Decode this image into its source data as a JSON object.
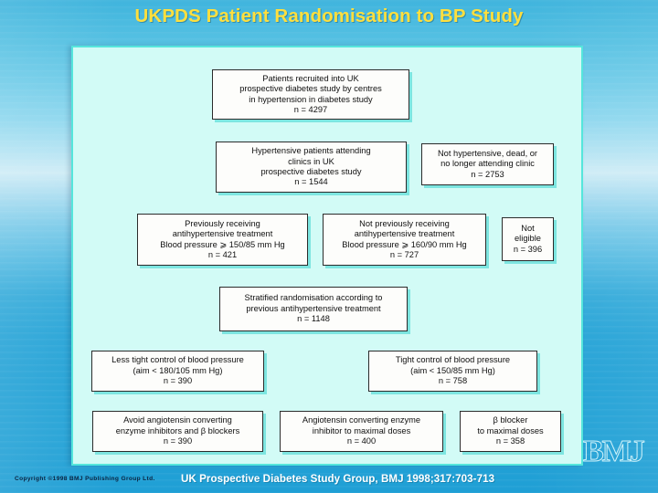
{
  "slide": {
    "title": "UKPDS Patient Randomisation to BP Study",
    "title_color": "#ffdf3d",
    "background_color": "#23a2d6",
    "panel_color": "#d2fbf6",
    "panel_border_color": "#55e6dc",
    "connector_color": "#4fe3da",
    "logo_text": "BMJ"
  },
  "footer": {
    "copyright": "Copyright ©1998 BMJ Publishing Group Ltd.",
    "citation": "UK Prospective Diabetes Study Group,  BMJ 1998;317:703-713"
  },
  "flowchart": {
    "boxes": [
      {
        "id": "recruited",
        "lines": [
          "Patients recruited into UK",
          "prospective diabetes study by centres",
          "in hypertension in diabetes study"
        ],
        "n": "n = 4297"
      },
      {
        "id": "hypertensive",
        "lines": [
          "Hypertensive patients attending",
          "clinics in UK",
          "prospective diabetes study"
        ],
        "n": "n = 1544"
      },
      {
        "id": "not-hypertensive",
        "lines": [
          "Not hypertensive, dead, or",
          "no longer attending clinic"
        ],
        "n": "n = 2753"
      },
      {
        "id": "previously-receiving",
        "lines": [
          "Previously receiving",
          "antihypertensive treatment",
          "Blood pressure ⩾ 150/85 mm Hg"
        ],
        "n": "n = 421"
      },
      {
        "id": "not-previously-receiving",
        "lines": [
          "Not previously receiving",
          "antihypertensive treatment",
          "Blood pressure ⩾ 160/90 mm Hg"
        ],
        "n": "n = 727"
      },
      {
        "id": "not-eligible",
        "lines": [
          "Not",
          "eligible"
        ],
        "n": "n = 396"
      },
      {
        "id": "stratified",
        "lines": [
          "Stratified randomisation according to",
          "previous antihypertensive treatment"
        ],
        "n": "n = 1148"
      },
      {
        "id": "less-tight",
        "lines": [
          "Less tight control of blood pressure",
          "(aim < 180/105 mm Hg)"
        ],
        "n": "n = 390"
      },
      {
        "id": "tight",
        "lines": [
          "Tight control of blood pressure",
          "(aim < 150/85 mm Hg)"
        ],
        "n": "n = 758"
      },
      {
        "id": "avoid-ace",
        "lines": [
          "Avoid angiotensin converting",
          "enzyme inhibitors and β blockers"
        ],
        "n": "n = 390"
      },
      {
        "id": "ace-inhibitor",
        "lines": [
          "Angiotensin converting enzyme",
          "inhibitor to maximal doses"
        ],
        "n": "n = 400"
      },
      {
        "id": "beta-blocker",
        "lines": [
          "β blocker",
          "to maximal doses"
        ],
        "n": "n = 358"
      }
    ]
  }
}
